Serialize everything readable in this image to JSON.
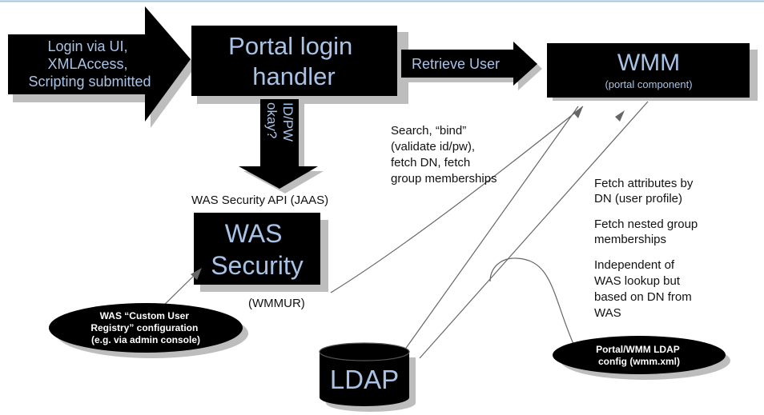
{
  "login_arrow": {
    "lines": [
      "Login via UI,",
      "XMLAccess,",
      "Scripting submitted"
    ]
  },
  "portal_box": {
    "lines": [
      "Portal login",
      "handler"
    ]
  },
  "retrieve_arrow": {
    "label": "Retrieve User"
  },
  "wmm_box": {
    "title": "WMM",
    "subtitle": "(portal component)"
  },
  "idpw_arrow": {
    "lines": [
      "ID/PW",
      "okay?"
    ]
  },
  "jaas_label": "WAS Security API (JAAS)",
  "was_box": {
    "lines": [
      "WAS",
      "Security"
    ]
  },
  "wmmur_label": "(WMMUR)",
  "search_note": {
    "lines": [
      "Search, “bind”",
      "(validate id/pw),",
      "fetch DN, fetch",
      "group memberships"
    ]
  },
  "attrs_note": {
    "blocks": [
      [
        "Fetch attributes by",
        "DN (user profile)"
      ],
      [
        "Fetch nested group",
        "memberships"
      ],
      [
        "Independent of",
        "WAS lookup but",
        "based on DN from",
        "WAS"
      ]
    ]
  },
  "custom_registry": {
    "lines": [
      "WAS “Custom User",
      "Registry” configuration",
      "(e.g. via  admin console)"
    ]
  },
  "ldap": {
    "label": "LDAP"
  },
  "wmm_ldap_config": {
    "lines": [
      "Portal/WMM LDAP",
      "config (wmm.xml)"
    ]
  }
}
